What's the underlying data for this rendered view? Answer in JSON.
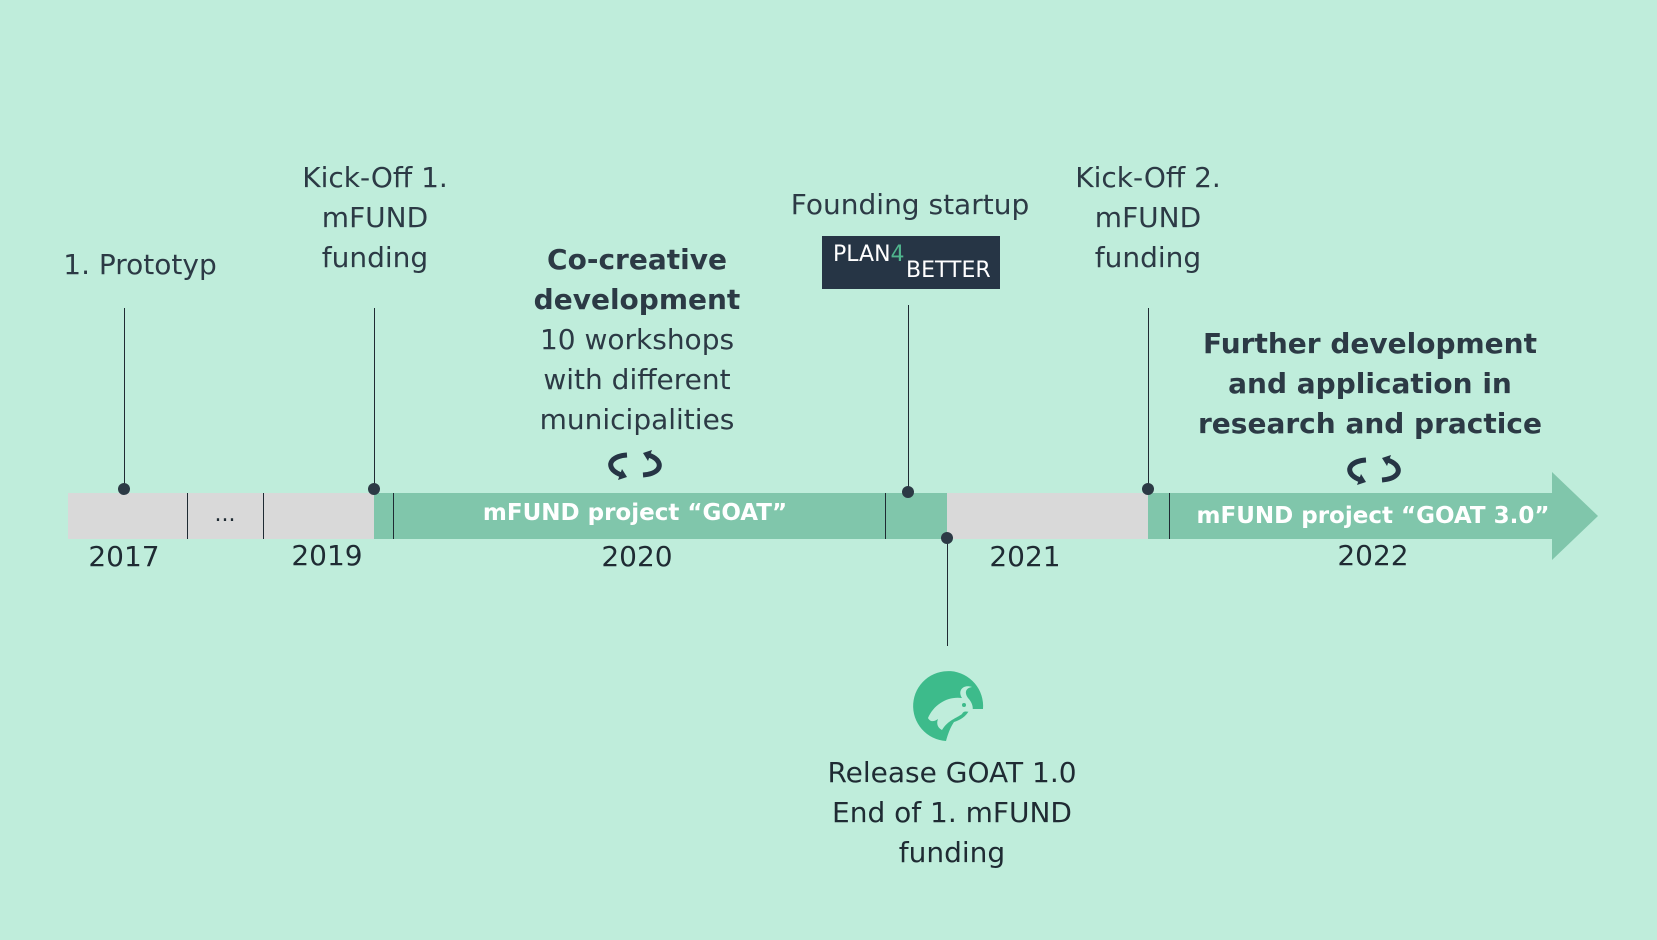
{
  "events": {
    "prototype": "1. Prototyp",
    "kickoff1": [
      "Kick-Off 1.",
      "mFUND",
      "funding"
    ],
    "cocreative_title": [
      "Co-creative",
      "development"
    ],
    "cocreative_text": [
      "10 workshops",
      "with different",
      "municipalities"
    ],
    "founding": "Founding startup",
    "kickoff2": [
      "Kick-Off 2.",
      "mFUND",
      "funding"
    ],
    "further": [
      "Further development",
      "and application in",
      "research and practice"
    ],
    "release": [
      "Release GOAT 1.0",
      "End of 1. mFUND",
      "funding"
    ]
  },
  "logo": {
    "part1": "PLAN",
    "part2": "4",
    "part3": "BETTER"
  },
  "bars": {
    "goat": "mFUND project “GOAT”",
    "goat3": "mFUND project “GOAT 3.0”"
  },
  "ellipsis": "...",
  "years": [
    "2017",
    "2019",
    "2020",
    "2021",
    "2022"
  ],
  "colors": {
    "background": "#bfeddb",
    "timeline_grey": "#d9d9d9",
    "timeline_green": "#80c6ab",
    "text": "#2c3a45",
    "goat_logo": "#3dbb8b",
    "logo_bg": "#263545"
  },
  "icons": [
    "cycle-arrows-icon",
    "goat-logo-icon",
    "plan4better-logo"
  ]
}
